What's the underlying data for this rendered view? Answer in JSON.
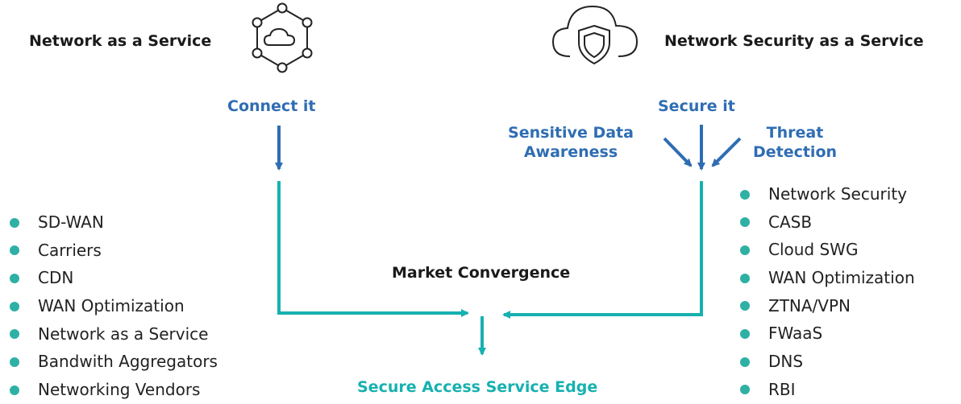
{
  "left": {
    "title": "Network as  a Service",
    "action": "Connect it",
    "icon": "cloud-network-icon",
    "items": [
      "SD-WAN",
      "Carriers",
      "CDN",
      "WAN Optimization",
      "Network as a Service",
      "Bandwith Aggregators",
      "Networking Vendors"
    ]
  },
  "right": {
    "title": "Network Security as  a Service",
    "action": "Secure it",
    "icon": "cloud-shield-icon",
    "input_left": "Sensitive Data\nAwareness",
    "input_right": "Threat\nDetection",
    "items": [
      "Network Security",
      "CASB",
      "Cloud SWG",
      "WAN Optimization",
      "ZTNA/VPN",
      "FWaaS",
      "DNS",
      "RBI"
    ]
  },
  "center": {
    "label": "Market Convergence",
    "result": "Secure Access Service Edge"
  },
  "colors": {
    "blue": "#2f6db3",
    "teal": "#16b1b0",
    "bullet": "#2fb0a4",
    "icon_stroke": "#222222"
  }
}
